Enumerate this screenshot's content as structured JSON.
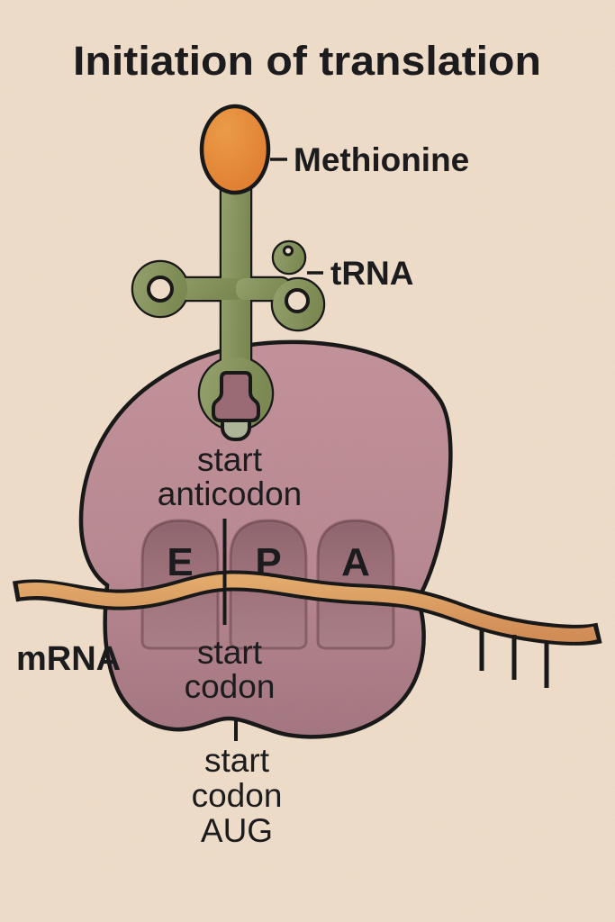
{
  "title": "Initiation of translation",
  "labels": {
    "methionine": "Methionine",
    "trna": "tRNA",
    "mrna": "mRNA",
    "start_anticodon_line1": "start",
    "start_anticodon_line2": "anticodon",
    "start_codon_line1": "start",
    "start_codon_line2": "codon",
    "aug_line1": "start",
    "aug_line2": "codon",
    "aug_line3": "AUG"
  },
  "sites": {
    "exit": "E",
    "peptidyl": "P",
    "aminoacyl": "A"
  },
  "colors": {
    "background": "#f5e3cf",
    "ribosome": "#bf8e97",
    "ribosome_light": "#c9979f",
    "ribosome_dark": "#a97a85",
    "site_slot": "#a3757e",
    "trna_green": "#8e9b63",
    "trna_green_dark": "#7f8d55",
    "trna_green_light": "#9aa771",
    "trna_tab": "#b4bb9e",
    "anticodon_notch": "#a06f79",
    "methionine_orange": "#ed8c34",
    "mrna_orange": "#e2a063",
    "outline": "#1a1a1a",
    "text": "#1d1d1f"
  }
}
